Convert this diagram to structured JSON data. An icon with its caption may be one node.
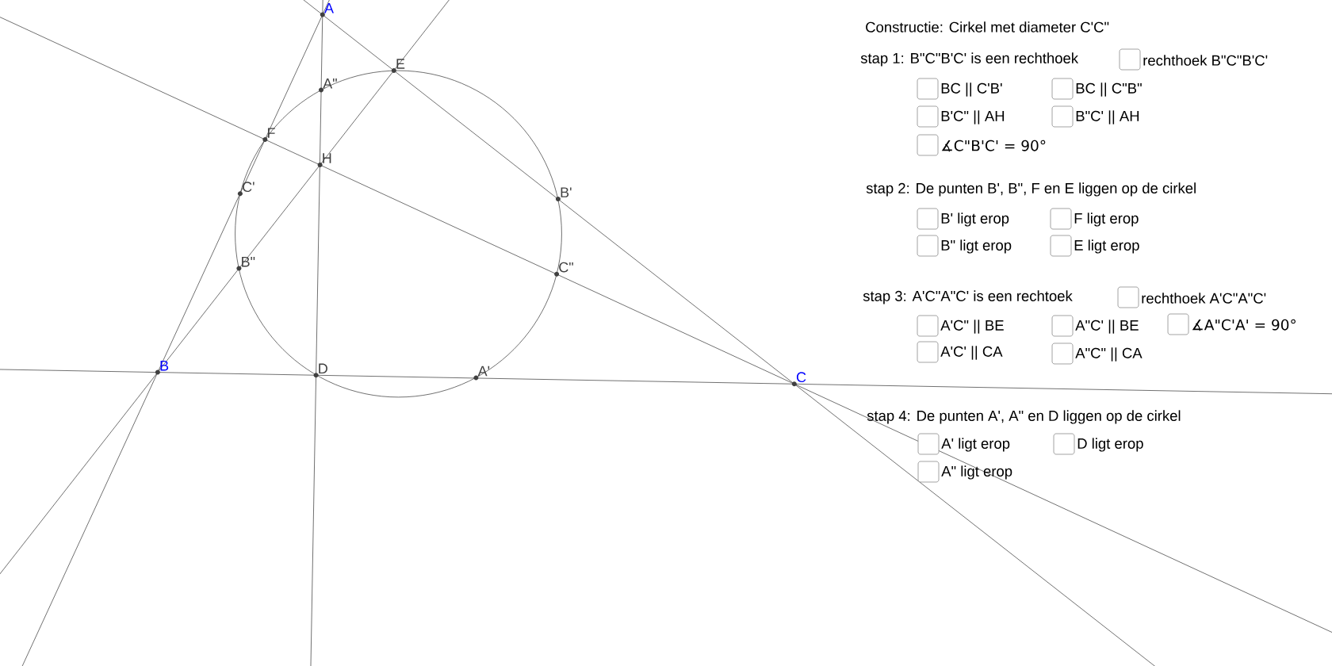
{
  "diagram": {
    "title": "Constructie: Cirkel met diameter C'C\"",
    "labels": [
      "A",
      "E",
      "A\"",
      "F",
      "H",
      "C'",
      "B'",
      "B\"",
      "C\"",
      "B",
      "D",
      "A'",
      "C",
      "stap 1: B\"C\"B'C' is een rechthoek",
      "rechthoek B\"C\"B'C'",
      "BC || C'B'",
      "BC || C\"B\"",
      "B'C\" || AH",
      "B\"C' || AH",
      "∡C\"B'C' = 90°",
      "stap 2: De punten B', B\", F en E liggen op de cirkel",
      "B' ligt erop",
      "F ligt erop",
      "B\" ligt erop",
      "E ligt erop",
      "stap 3: A'C\"A\"C' is een rechtoek",
      "rechthoek A'C\"A\"C'",
      "A'C\" || BE",
      "A\"C' || BE",
      "∡A\"C'A' = 90°",
      "A'C' || CA",
      "A\"C\" || CA",
      "stap 4: De punten A', A\" en D liggen op de cirkel",
      "A' ligt erop",
      "D ligt erop",
      "A\" ligt erop"
    ]
  }
}
